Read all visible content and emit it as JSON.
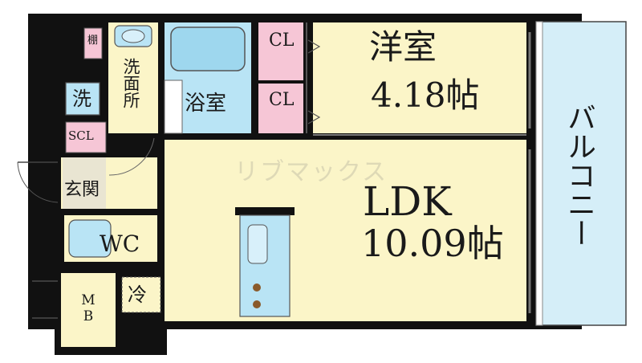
{
  "rooms": {
    "western": {
      "name": "洋室",
      "size": "4.18帖"
    },
    "ldk": {
      "name": "LDK",
      "size": "10.09帖"
    },
    "bath": "浴室",
    "washroom": "洗面所",
    "entrance": "玄関",
    "wc": "WC",
    "balcony": "バルコニー"
  },
  "fixtures": {
    "cl_top": "CL",
    "cl_bottom": "CL",
    "shelf": "棚",
    "washer": "洗",
    "scl": "SCL",
    "fridge": "冷",
    "mb": "MB"
  },
  "watermark": "リブマックス",
  "colors": {
    "room_fill": "#fbf5c8",
    "bath_fill": "#b9e4f5",
    "closet_fill": "#f6c6d6",
    "balcony_fill": "#d5eef8",
    "wall": "#111111"
  }
}
